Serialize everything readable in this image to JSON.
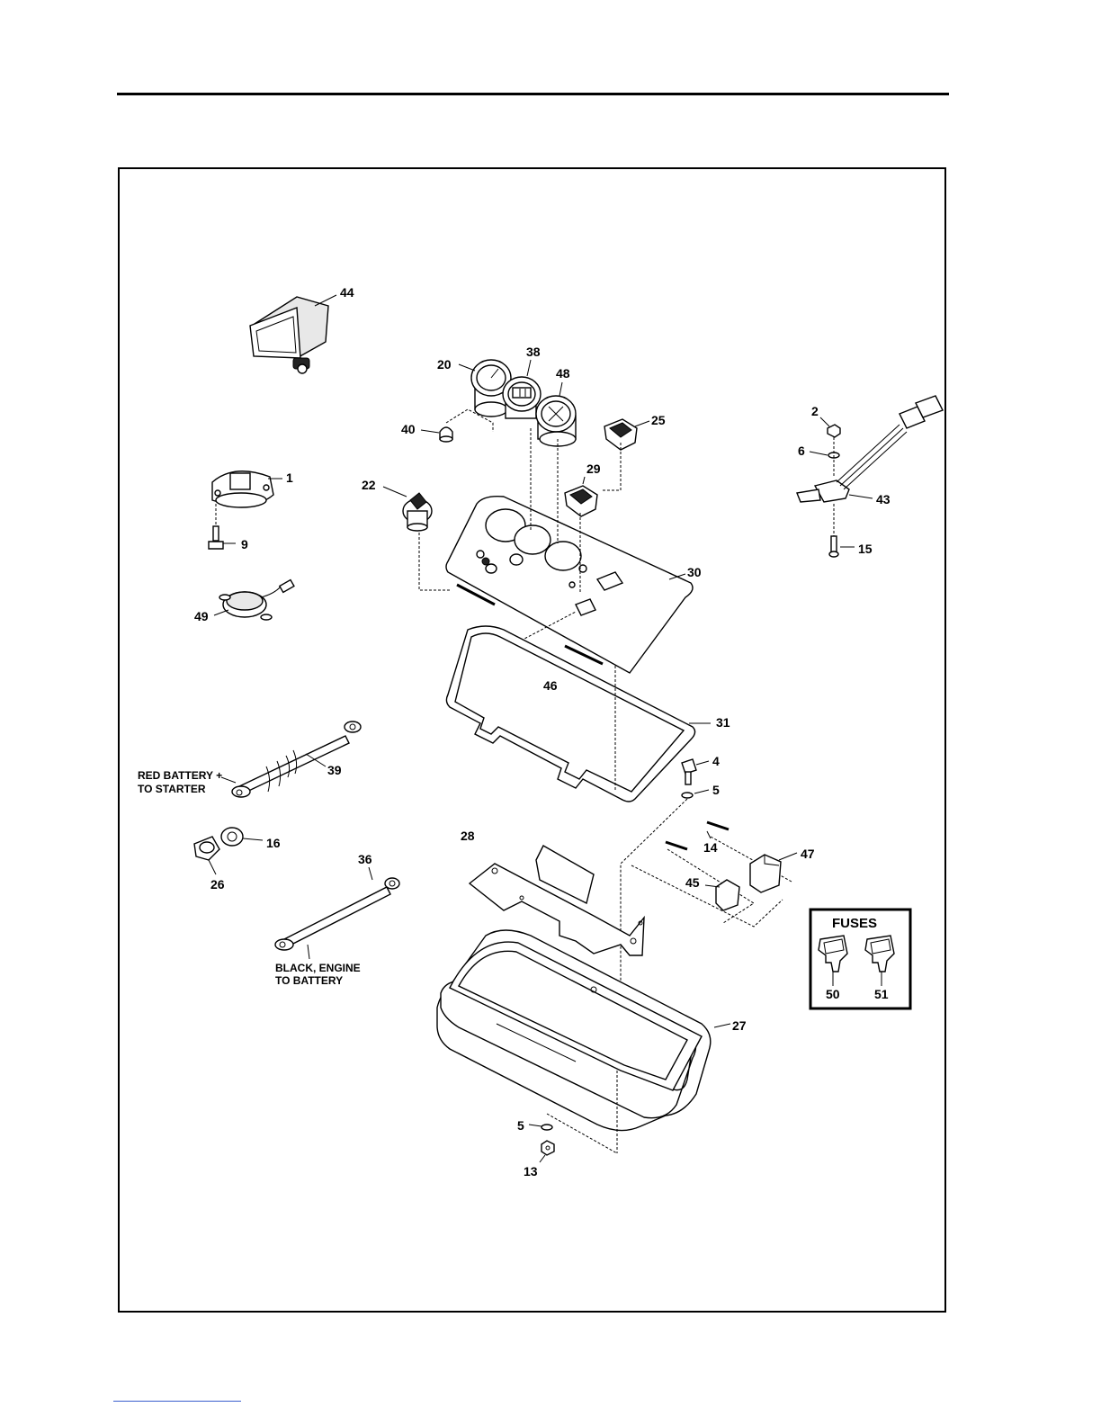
{
  "callouts": {
    "c44": "44",
    "c20": "20",
    "c38": "38",
    "c48": "48",
    "c40": "40",
    "c25": "25",
    "c2": "2",
    "c6": "6",
    "c43": "43",
    "c15": "15",
    "c1": "1",
    "c9": "9",
    "c22": "22",
    "c29": "29",
    "c30": "30",
    "c49": "49",
    "c46": "46",
    "c31": "31",
    "c39": "39",
    "c4": "4",
    "c5a": "5",
    "c16": "16",
    "c26": "26",
    "c28": "28",
    "c14": "14",
    "c47": "47",
    "c45": "45",
    "c36": "36",
    "c27": "27",
    "c5b": "5",
    "c13": "13",
    "c50": "50",
    "c51": "51"
  },
  "notes": {
    "red_battery_line1": "RED BATTERY +",
    "red_battery_line2": "TO STARTER",
    "black_engine_line1": "BLACK, ENGINE",
    "black_engine_line2": "TO BATTERY"
  },
  "fuses": {
    "title": "FUSES"
  }
}
